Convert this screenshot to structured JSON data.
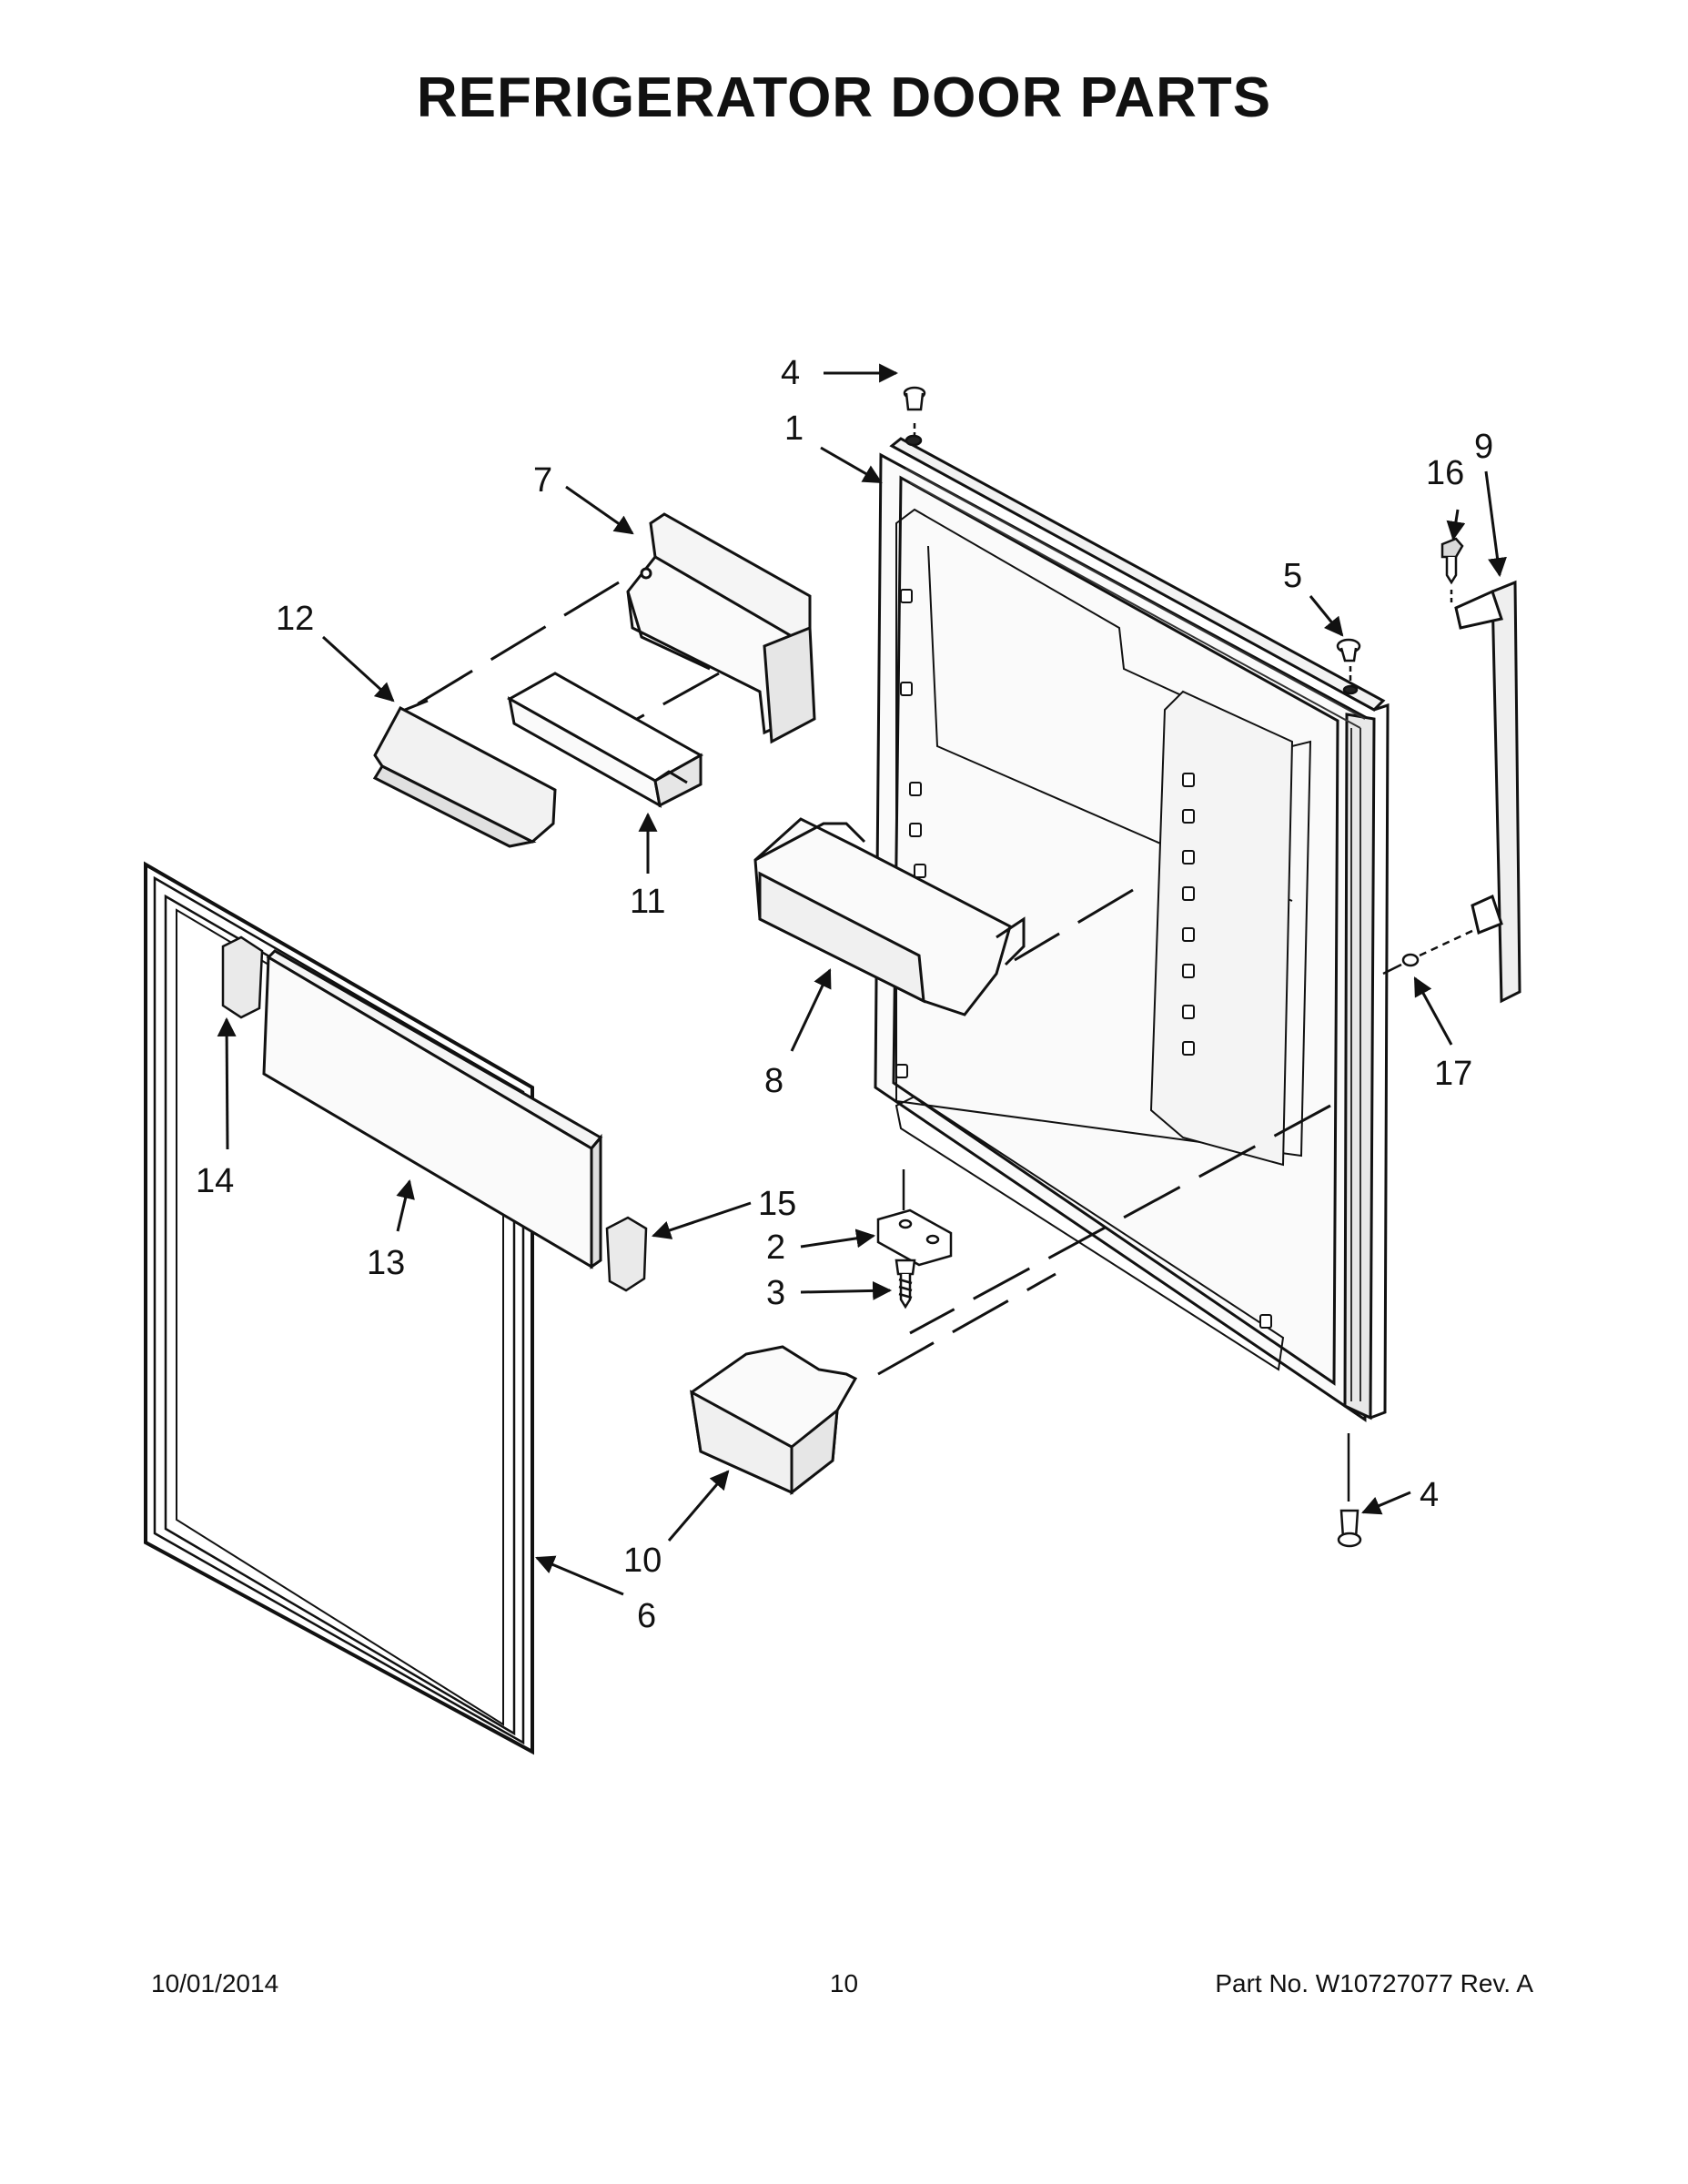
{
  "title": "REFRIGERATOR DOOR PARTS",
  "callouts": {
    "c1": "1",
    "c2": "2",
    "c3": "3",
    "c4_top": "4",
    "c4_bottom": "4",
    "c5": "5",
    "c6": "6",
    "c7": "7",
    "c8": "8",
    "c9": "9",
    "c10": "10",
    "c11": "11",
    "c12": "12",
    "c13": "13",
    "c14": "14",
    "c15": "15",
    "c16": "16",
    "c17": "17"
  },
  "footer": {
    "date": "10/01/2014",
    "page": "10",
    "part": "Part No.  W10727077  Rev.  A"
  }
}
